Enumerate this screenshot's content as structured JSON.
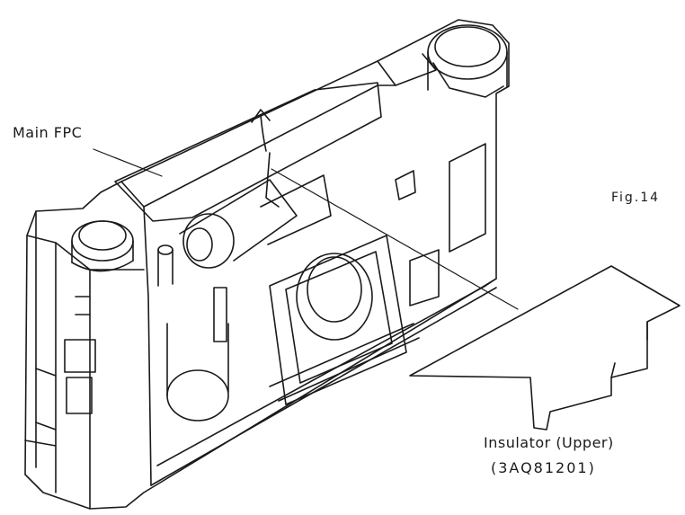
{
  "labels": {
    "main_fpc": "Main FPC",
    "figure": "Fig.14",
    "insulator": "Insulator (Upper)",
    "part_number": "(3AQ81201)"
  }
}
